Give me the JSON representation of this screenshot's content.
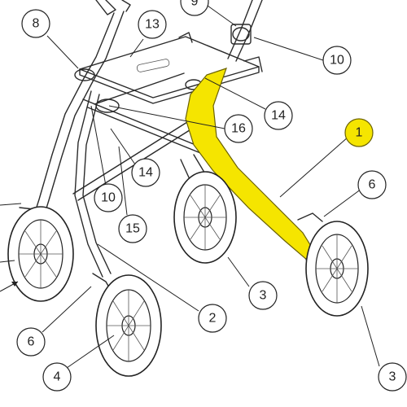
{
  "diagram": {
    "highlight_color": "#f5e500",
    "highlighted_part": "1",
    "callouts": [
      {
        "id": "c9",
        "label": "9"
      },
      {
        "id": "c8",
        "label": "8"
      },
      {
        "id": "c13",
        "label": "13"
      },
      {
        "id": "c10a",
        "label": "10"
      },
      {
        "id": "c14a",
        "label": "14"
      },
      {
        "id": "c16",
        "label": "16"
      },
      {
        "id": "c1",
        "label": "1"
      },
      {
        "id": "c14b",
        "label": "14"
      },
      {
        "id": "c10b",
        "label": "10"
      },
      {
        "id": "c6a",
        "label": "6"
      },
      {
        "id": "c15",
        "label": "15"
      },
      {
        "id": "c3a",
        "label": "3"
      },
      {
        "id": "c2",
        "label": "2"
      },
      {
        "id": "c6b",
        "label": "6"
      },
      {
        "id": "c4",
        "label": "4"
      },
      {
        "id": "c3b",
        "label": "3"
      }
    ]
  }
}
